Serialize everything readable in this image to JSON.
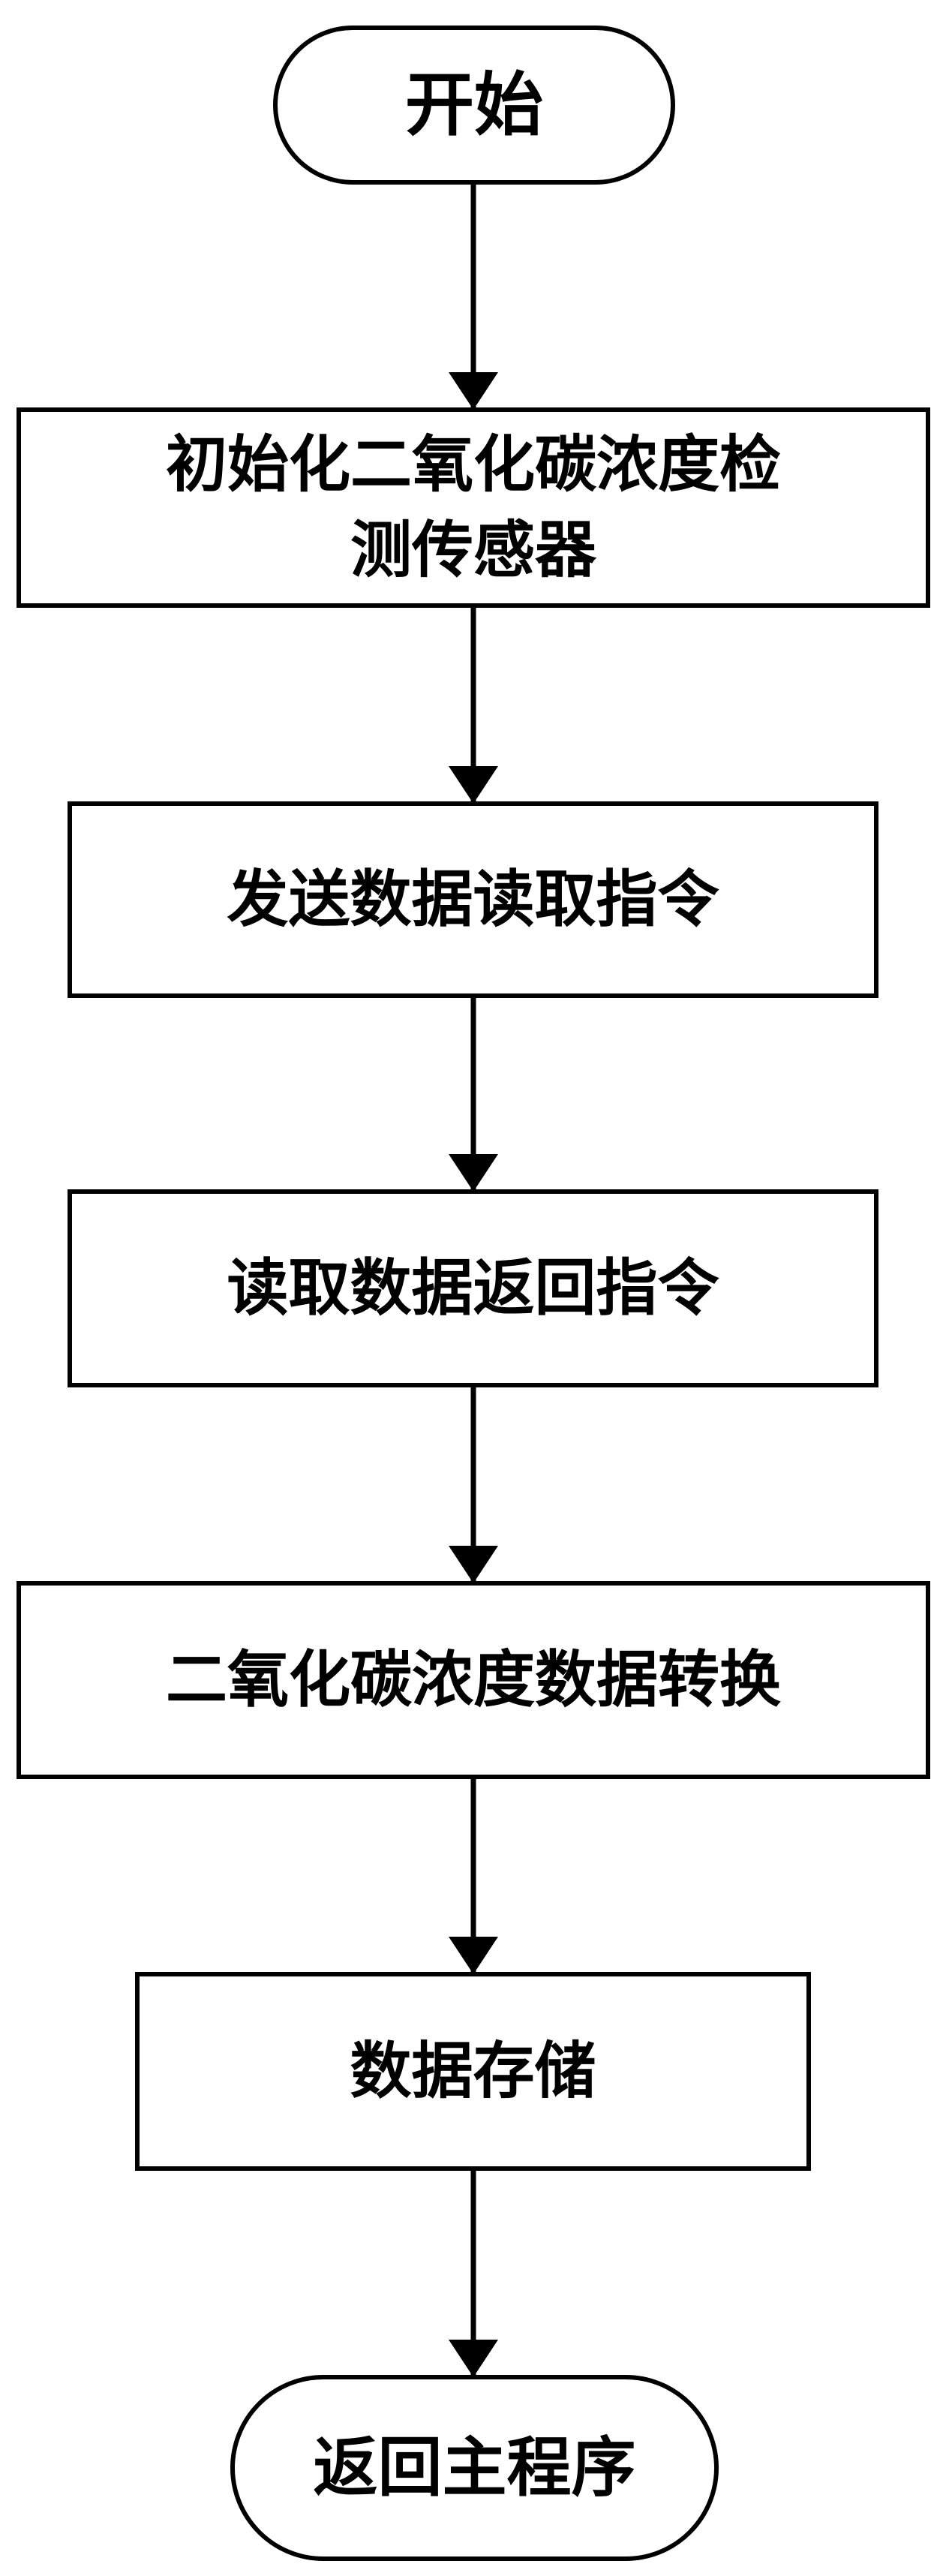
{
  "diagram": {
    "type": "flowchart",
    "colors": {
      "stroke": "#000000",
      "fill": "#ffffff",
      "text": "#000000"
    },
    "nodes": [
      {
        "id": "start",
        "shape": "terminator",
        "lines": [
          "开始"
        ]
      },
      {
        "id": "init-sensor",
        "shape": "process",
        "lines": [
          "初始化二氧化碳浓度检",
          "测传感器"
        ]
      },
      {
        "id": "send-read-cmd",
        "shape": "process",
        "lines": [
          "发送数据读取指令"
        ]
      },
      {
        "id": "read-return-cmd",
        "shape": "process",
        "lines": [
          "读取数据返回指令"
        ]
      },
      {
        "id": "convert-data",
        "shape": "process",
        "lines": [
          "二氧化碳浓度数据转换"
        ]
      },
      {
        "id": "store-data",
        "shape": "process",
        "lines": [
          "数据存储"
        ]
      },
      {
        "id": "return-main",
        "shape": "terminator",
        "lines": [
          "返回主程序"
        ]
      }
    ],
    "edges": [
      {
        "from": "start",
        "to": "init-sensor"
      },
      {
        "from": "init-sensor",
        "to": "send-read-cmd"
      },
      {
        "from": "send-read-cmd",
        "to": "read-return-cmd"
      },
      {
        "from": "read-return-cmd",
        "to": "convert-data"
      },
      {
        "from": "convert-data",
        "to": "store-data"
      },
      {
        "from": "store-data",
        "to": "return-main"
      }
    ]
  }
}
